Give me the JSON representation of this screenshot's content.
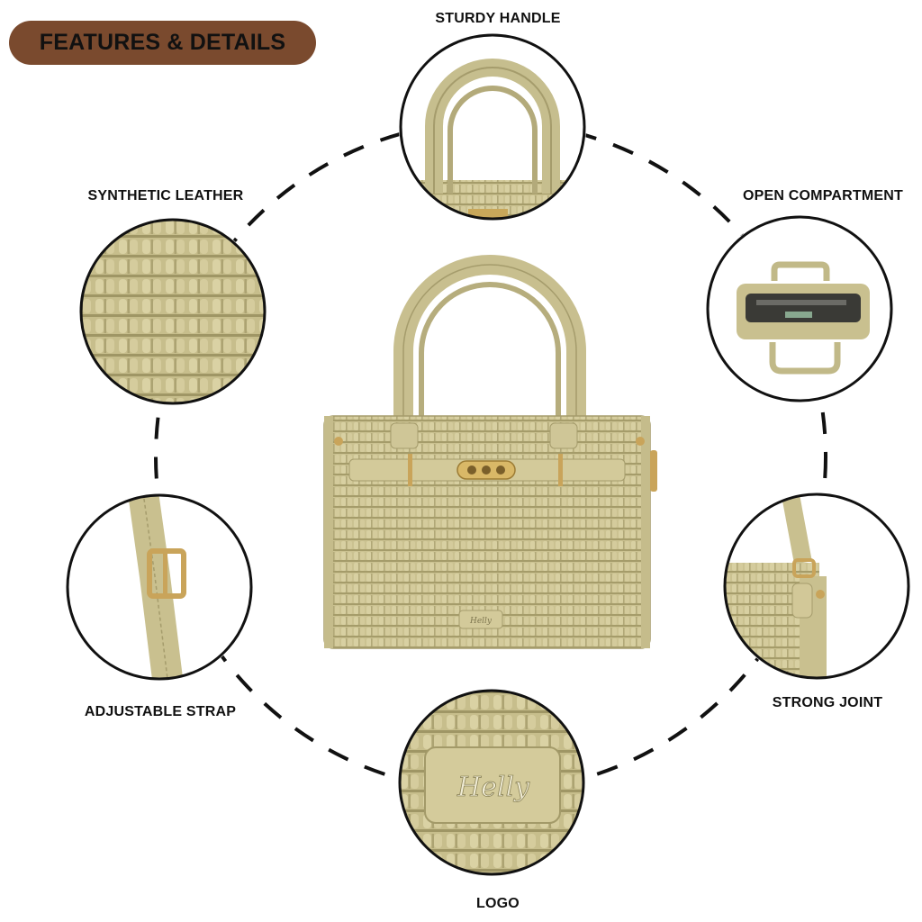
{
  "header": {
    "title": "FEATURES & DETAILS"
  },
  "features": [
    {
      "id": "sturdy-handle",
      "label": "STURDY HANDLE"
    },
    {
      "id": "synthetic-leather",
      "label": "SYNTHETIC LEATHER"
    },
    {
      "id": "open-compartment",
      "label": "OPEN COMPARTMENT"
    },
    {
      "id": "adjustable-strap",
      "label": "ADJUSTABLE STRAP"
    },
    {
      "id": "strong-joint",
      "label": "STRONG JOINT"
    },
    {
      "id": "logo",
      "label": "LOGO"
    }
  ],
  "brand": {
    "logo_text": "Helly"
  },
  "colors": {
    "badge": "#7a4a2e",
    "leather": "#c9c08f",
    "outline": "#111111"
  }
}
